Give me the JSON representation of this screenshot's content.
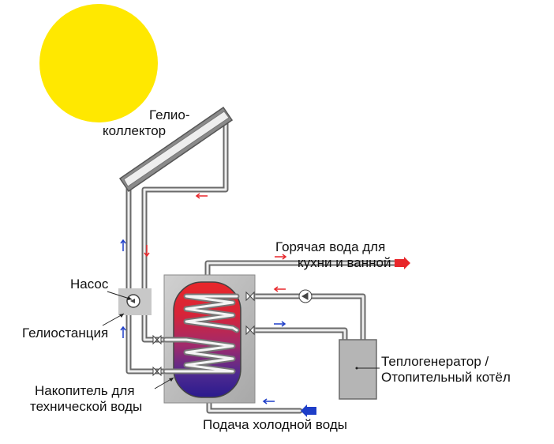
{
  "labels": {
    "collector_line1": "Гелио-",
    "collector_line2": "коллектор",
    "pump": "Насос",
    "station": "Гелиостанция",
    "tank_line1": "Накопитель для",
    "tank_line2": "технической воды",
    "hot_water_line1": "Горячая вода для",
    "hot_water_line2": "кухни и ванной",
    "boiler_line1": "Теплогенератор /",
    "boiler_line2": "Отопительный котёл",
    "cold_water": "Подача холодной воды"
  },
  "colors": {
    "sun": "#ffe800",
    "pipe_outer": "#6a6a6a",
    "pipe_inner": "#eeeeee",
    "panel": "#b5b5b5",
    "tank_hot": "#e8262a",
    "tank_cold": "#2a1a8e",
    "arrow_red": "#e8262a",
    "arrow_blue": "#1e3ec8"
  },
  "icons": [
    "sun-icon",
    "solar-collector-icon",
    "pump-icon",
    "valve-icon",
    "flow-arrow-icon"
  ]
}
